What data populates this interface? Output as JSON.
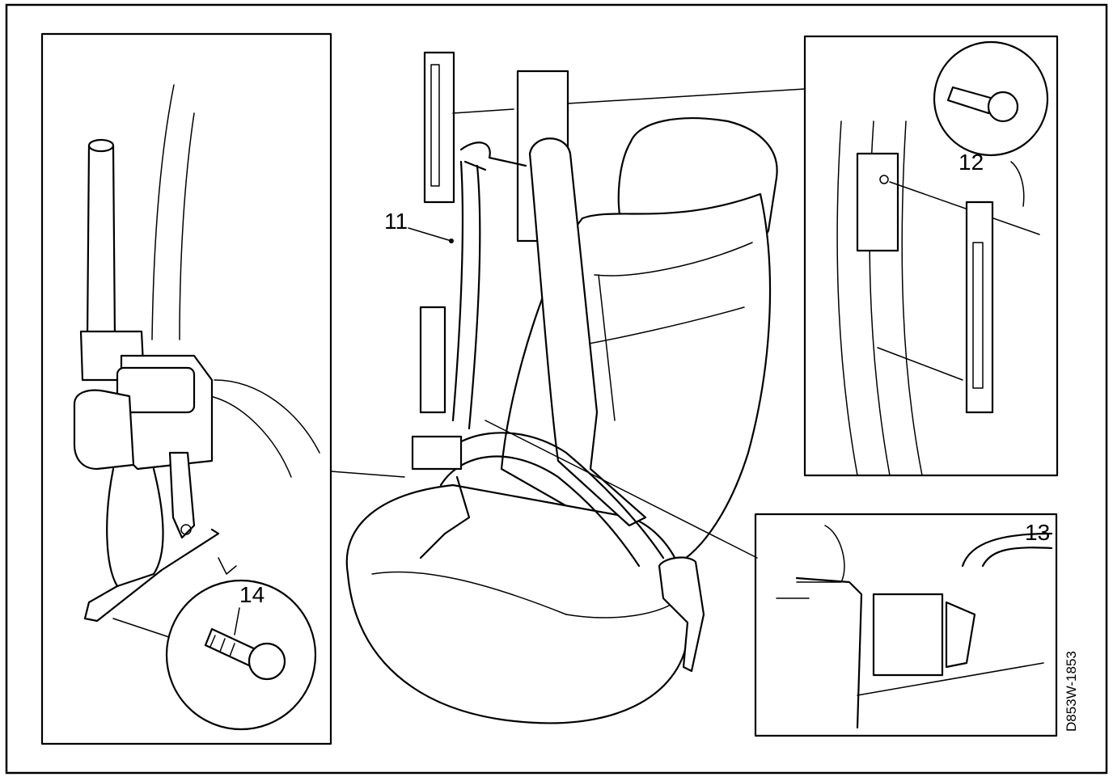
{
  "callouts": {
    "c11": "11",
    "c12": "12",
    "c13": "13",
    "c14": "14"
  },
  "figure_code": "D853W-1853"
}
